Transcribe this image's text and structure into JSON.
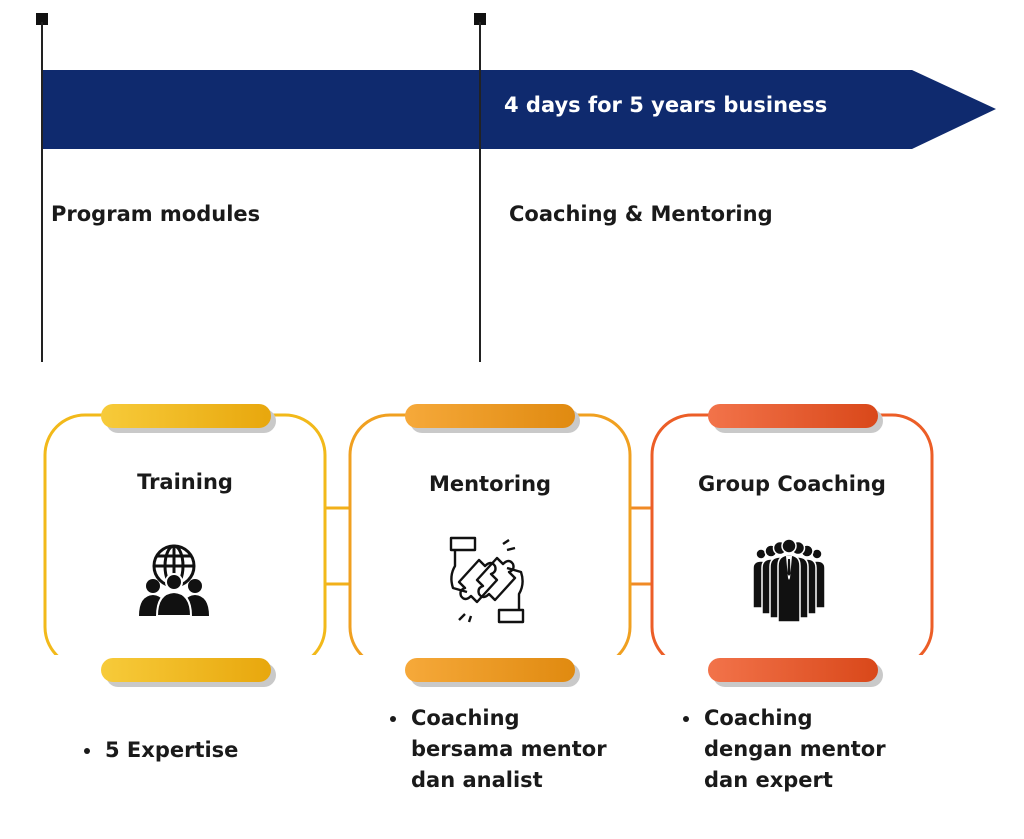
{
  "banner": {
    "text": "4 days for 5 years business",
    "color": "#0f2a6e"
  },
  "phases": [
    {
      "label": "Program modules"
    },
    {
      "label": "Coaching & Mentoring"
    }
  ],
  "cards": [
    {
      "title": "Training",
      "icon": "global-team-icon",
      "color_start": "#f7cb3a",
      "color_end": "#e8a70d",
      "border": "#f2b91a",
      "bullets": [
        "5 Expertise"
      ]
    },
    {
      "title": "Mentoring",
      "icon": "puzzle-hands-icon",
      "color_start": "#f6a93a",
      "color_end": "#e08a10",
      "border": "#f0a020",
      "bullets": [
        "Coaching bersama mentor dan analist"
      ]
    },
    {
      "title": "Group Coaching",
      "icon": "business-group-icon",
      "color_start": "#f2734a",
      "color_end": "#d9481a",
      "border": "#ec5e27",
      "bullets": [
        "Coaching dengan mentor dan expert"
      ]
    }
  ]
}
